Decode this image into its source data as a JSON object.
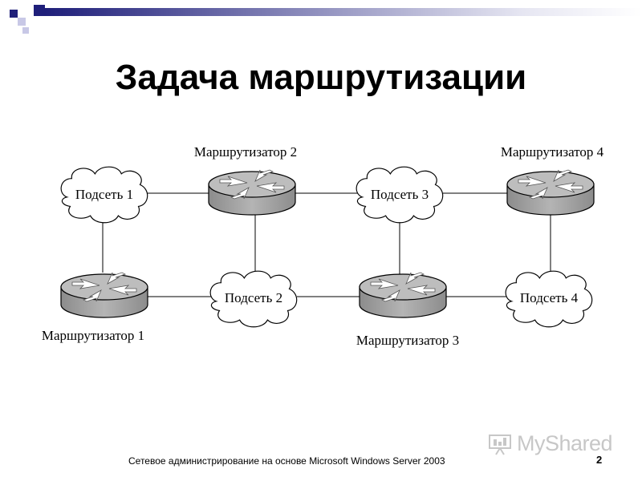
{
  "title": "Задача маршрутизации",
  "nodes": {
    "router1": "Маршрутизатор 1",
    "router2": "Маршрутизатор 2",
    "router3": "Маршрутизатор 3",
    "router4": "Маршрутизатор 4",
    "subnet1": "Подсеть 1",
    "subnet2": "Подсеть 2",
    "subnet3": "Подсеть 3",
    "subnet4": "Подсеть 4"
  },
  "footer": {
    "text": "Сетевое администрирование на основе Microsoft Windows Server 2003",
    "page_number": "2"
  },
  "watermark": "MyShared",
  "colors": {
    "accent_navy": "#1f1f7a",
    "accent_light": "#c8c8e6",
    "router_body": "#a8a8a8"
  }
}
